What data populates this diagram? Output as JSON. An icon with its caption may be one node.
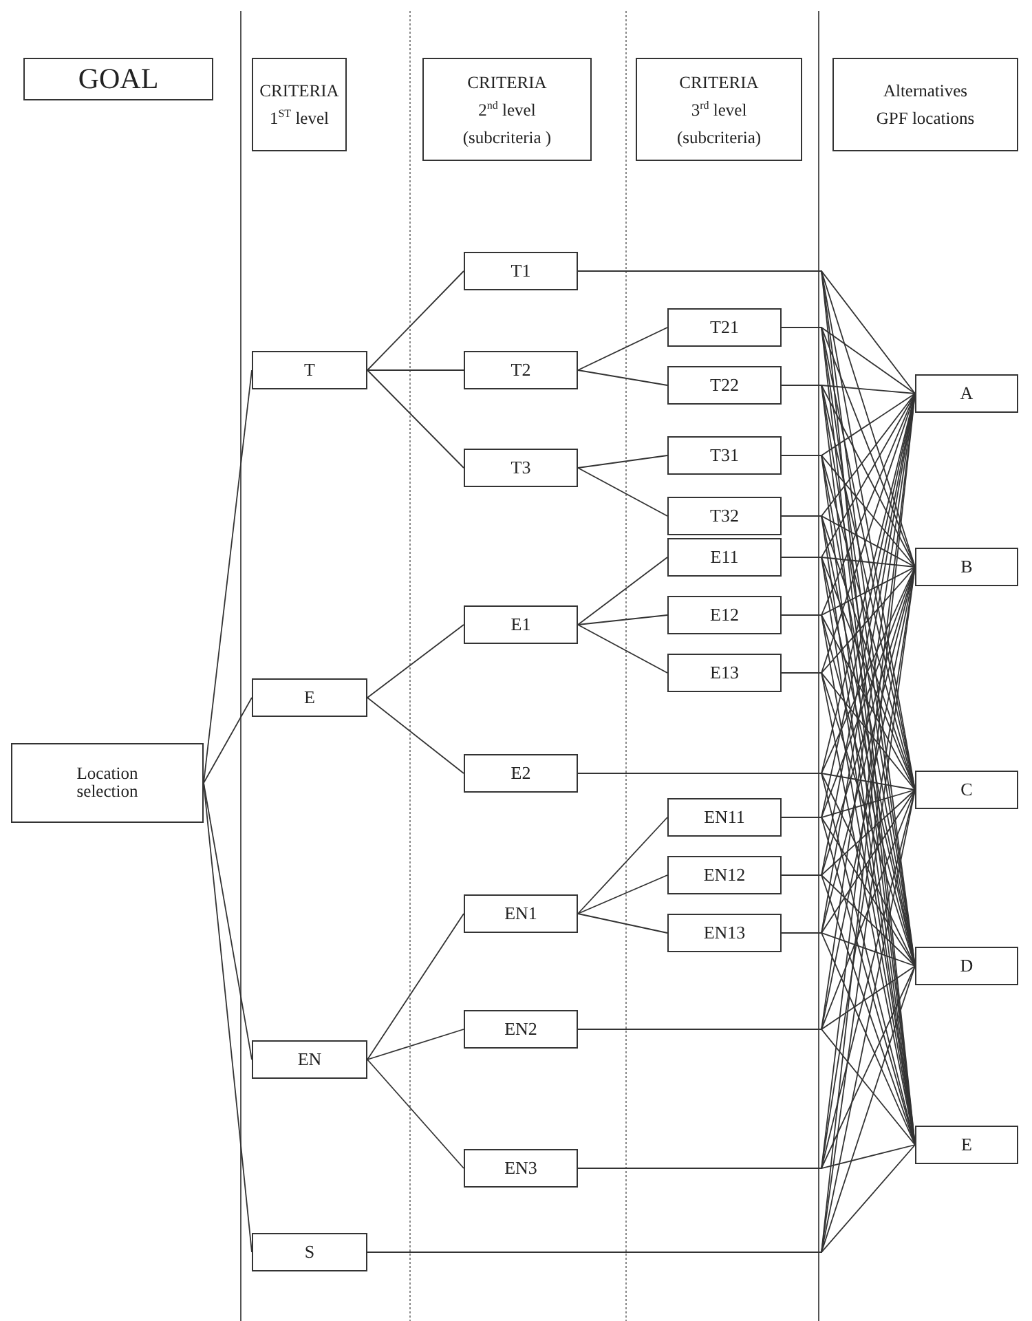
{
  "diagram": {
    "nodes": [
      {
        "text": [
          "GOAL"
        ]
      },
      {
        "text": [
          "CRITERIA",
          "1$^{ST}$ level"
        ]
      },
      {
        "text": [
          "CRITERIA",
          "2$^{nd}$ level",
          "(subcriteria )"
        ]
      },
      {
        "text": [
          "CRITERIA",
          "3$^{rd}$ level",
          "(subcriteria)"
        ]
      },
      {
        "text": [
          "Alternatives",
          "GPF locations"
        ]
      },
      {
        "text": [
          "Location selection"
        ]
      },
      {
        "text": [
          "T"
        ]
      },
      {
        "text": [
          "E"
        ]
      },
      {
        "text": [
          "EN"
        ]
      },
      {
        "text": [
          "S"
        ]
      },
      {
        "text": [
          "T1"
        ]
      },
      {
        "text": [
          "T2"
        ]
      },
      {
        "text": [
          "T3"
        ]
      },
      {
        "text": [
          "E1"
        ]
      },
      {
        "text": [
          "E2"
        ]
      },
      {
        "text": [
          "EN1"
        ]
      },
      {
        "text": [
          "EN2"
        ]
      },
      {
        "text": [
          "EN3"
        ]
      },
      {
        "text": [
          "T21"
        ]
      },
      {
        "text": [
          "T22"
        ]
      },
      {
        "text": [
          "T31"
        ]
      },
      {
        "text": [
          "T32"
        ]
      },
      {
        "text": [
          "E11"
        ]
      },
      {
        "text": [
          "E12"
        ]
      },
      {
        "text": [
          "E13"
        ]
      },
      {
        "text": [
          "EN11"
        ]
      },
      {
        "text": [
          "EN12"
        ]
      },
      {
        "text": [
          "EN13"
        ]
      },
      {
        "text": [
          "A"
        ]
      },
      {
        "text": [
          "B"
        ]
      },
      {
        "text": [
          "C"
        ]
      },
      {
        "text": [
          "D"
        ]
      },
      {
        "text": [
          "E"
        ]
      }
    ],
    "edges": [
      {
        "from": 5,
        "to": 6,
        "arrow": "none"
      },
      {
        "from": 5,
        "to": 7,
        "arrow": "none"
      },
      {
        "from": 5,
        "to": 8,
        "arrow": "none"
      },
      {
        "from": 5,
        "to": 9,
        "arrow": "none"
      },
      {
        "from": 6,
        "to": 10,
        "arrow": "none"
      },
      {
        "from": 6,
        "to": 11,
        "arrow": "none"
      },
      {
        "from": 6,
        "to": 12,
        "arrow": "none"
      },
      {
        "from": 7,
        "to": 13,
        "arrow": "none"
      },
      {
        "from": 7,
        "to": 14,
        "arrow": "none"
      },
      {
        "from": 8,
        "to": 15,
        "arrow": "none"
      },
      {
        "from": 8,
        "to": 16,
        "arrow": "none"
      },
      {
        "from": 8,
        "to": 17,
        "arrow": "none"
      },
      {
        "from": 11,
        "to": 18,
        "arrow": "none"
      },
      {
        "from": 11,
        "to": 19,
        "arrow": "none"
      },
      {
        "from": 12,
        "to": 20,
        "arrow": "none"
      },
      {
        "from": 12,
        "to": 21,
        "arrow": "none"
      },
      {
        "from": 13,
        "to": 22,
        "arrow": "none"
      },
      {
        "from": 13,
        "to": 23,
        "arrow": "none"
      },
      {
        "from": 13,
        "to": 24,
        "arrow": "none"
      },
      {
        "from": 15,
        "to": 25,
        "arrow": "none"
      },
      {
        "from": 15,
        "to": 26,
        "arrow": "none"
      },
      {
        "from": 15,
        "to": 27,
        "arrow": "none"
      },
      {
        "from": 10,
        "to": 28,
        "arrow": "none"
      },
      {
        "from": 10,
        "to": 29,
        "arrow": "none"
      },
      {
        "from": 10,
        "to": 30,
        "arrow": "none"
      },
      {
        "from": 10,
        "to": 31,
        "arrow": "none"
      },
      {
        "from": 10,
        "to": 32,
        "arrow": "none"
      },
      {
        "from": 18,
        "to": 28,
        "arrow": "none"
      },
      {
        "from": 18,
        "to": 29,
        "arrow": "none"
      },
      {
        "from": 18,
        "to": 30,
        "arrow": "none"
      },
      {
        "from": 18,
        "to": 31,
        "arrow": "none"
      },
      {
        "from": 18,
        "to": 32,
        "arrow": "none"
      },
      {
        "from": 19,
        "to": 28,
        "arrow": "none"
      },
      {
        "from": 19,
        "to": 29,
        "arrow": "none"
      },
      {
        "from": 19,
        "to": 30,
        "arrow": "none"
      },
      {
        "from": 19,
        "to": 31,
        "arrow": "none"
      },
      {
        "from": 19,
        "to": 32,
        "arrow": "none"
      },
      {
        "from": 20,
        "to": 28,
        "arrow": "none"
      },
      {
        "from": 20,
        "to": 29,
        "arrow": "none"
      },
      {
        "from": 20,
        "to": 30,
        "arrow": "none"
      },
      {
        "from": 20,
        "to": 31,
        "arrow": "none"
      },
      {
        "from": 20,
        "to": 32,
        "arrow": "none"
      },
      {
        "from": 21,
        "to": 28,
        "arrow": "none"
      },
      {
        "from": 21,
        "to": 29,
        "arrow": "none"
      },
      {
        "from": 21,
        "to": 30,
        "arrow": "none"
      },
      {
        "from": 21,
        "to": 31,
        "arrow": "none"
      },
      {
        "from": 21,
        "to": 32,
        "arrow": "none"
      },
      {
        "from": 22,
        "to": 28,
        "arrow": "none"
      },
      {
        "from": 22,
        "to": 29,
        "arrow": "none"
      },
      {
        "from": 22,
        "to": 30,
        "arrow": "none"
      },
      {
        "from": 22,
        "to": 31,
        "arrow": "none"
      },
      {
        "from": 22,
        "to": 32,
        "arrow": "none"
      },
      {
        "from": 23,
        "to": 28,
        "arrow": "none"
      },
      {
        "from": 23,
        "to": 29,
        "arrow": "none"
      },
      {
        "from": 23,
        "to": 30,
        "arrow": "none"
      },
      {
        "from": 23,
        "to": 31,
        "arrow": "none"
      },
      {
        "from": 23,
        "to": 32,
        "arrow": "none"
      },
      {
        "from": 24,
        "to": 28,
        "arrow": "none"
      },
      {
        "from": 24,
        "to": 29,
        "arrow": "none"
      },
      {
        "from": 24,
        "to": 30,
        "arrow": "none"
      },
      {
        "from": 24,
        "to": 31,
        "arrow": "none"
      },
      {
        "from": 24,
        "to": 32,
        "arrow": "none"
      },
      {
        "from": 14,
        "to": 28,
        "arrow": "none"
      },
      {
        "from": 14,
        "to": 29,
        "arrow": "none"
      },
      {
        "from": 14,
        "to": 30,
        "arrow": "none"
      },
      {
        "from": 14,
        "to": 31,
        "arrow": "none"
      },
      {
        "from": 14,
        "to": 32,
        "arrow": "none"
      },
      {
        "from": 25,
        "to": 28,
        "arrow": "none"
      },
      {
        "from": 25,
        "to": 29,
        "arrow": "none"
      },
      {
        "from": 25,
        "to": 30,
        "arrow": "none"
      },
      {
        "from": 25,
        "to": 31,
        "arrow": "none"
      },
      {
        "from": 25,
        "to": 32,
        "arrow": "none"
      },
      {
        "from": 26,
        "to": 28,
        "arrow": "none"
      },
      {
        "from": 26,
        "to": 29,
        "arrow": "none"
      },
      {
        "from": 26,
        "to": 30,
        "arrow": "none"
      },
      {
        "from": 26,
        "to": 31,
        "arrow": "none"
      },
      {
        "from": 26,
        "to": 32,
        "arrow": "none"
      },
      {
        "from": 27,
        "to": 28,
        "arrow": "none"
      },
      {
        "from": 27,
        "to": 29,
        "arrow": "none"
      },
      {
        "from": 27,
        "to": 30,
        "arrow": "none"
      },
      {
        "from": 27,
        "to": 31,
        "arrow": "none"
      },
      {
        "from": 27,
        "to": 32,
        "arrow": "none"
      },
      {
        "from": 16,
        "to": 28,
        "arrow": "none"
      },
      {
        "from": 16,
        "to": 29,
        "arrow": "none"
      },
      {
        "from": 16,
        "to": 30,
        "arrow": "none"
      },
      {
        "from": 16,
        "to": 31,
        "arrow": "none"
      },
      {
        "from": 16,
        "to": 32,
        "arrow": "none"
      },
      {
        "from": 17,
        "to": 28,
        "arrow": "none"
      },
      {
        "from": 17,
        "to": 29,
        "arrow": "none"
      },
      {
        "from": 17,
        "to": 30,
        "arrow": "none"
      },
      {
        "from": 17,
        "to": 31,
        "arrow": "none"
      },
      {
        "from": 17,
        "to": 32,
        "arrow": "none"
      },
      {
        "from": 9,
        "to": 28,
        "arrow": "none"
      },
      {
        "from": 9,
        "to": 29,
        "arrow": "none"
      },
      {
        "from": 9,
        "to": 30,
        "arrow": "none"
      },
      {
        "from": 9,
        "to": 31,
        "arrow": "none"
      },
      {
        "from": 9,
        "to": 32,
        "arrow": "none"
      }
    ]
  }
}
